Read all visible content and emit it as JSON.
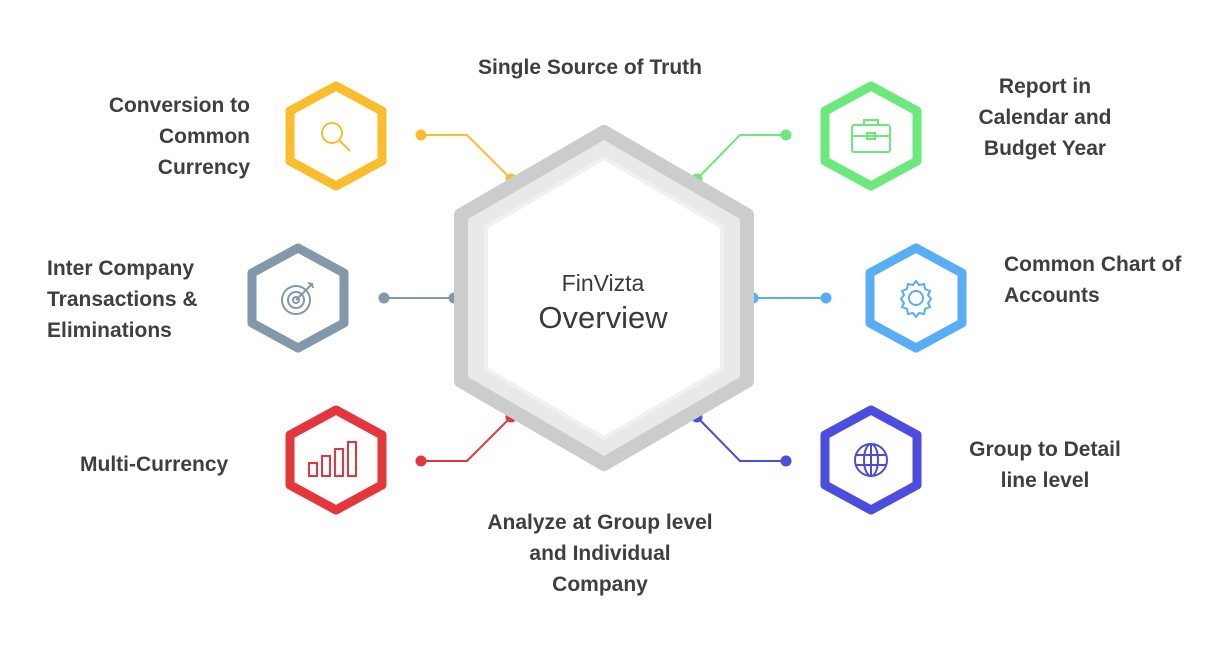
{
  "center": {
    "title": "FinVizta",
    "subtitle": "Overview"
  },
  "nodes": [
    {
      "id": "search",
      "label": "Conversion to\nCommon\nCurrency",
      "icon": "magnifier-icon",
      "color": "#fbbd2c"
    },
    {
      "id": "target",
      "label": "Inter Company\nTransactions &\nEliminations",
      "icon": "target-icon",
      "color": "#8298ab"
    },
    {
      "id": "chart",
      "label": "Multi-Currency",
      "icon": "bar-chart-icon",
      "color": "#e5363b"
    },
    {
      "id": "briefcase",
      "label": "Report in\nCalendar and\nBudget Year",
      "icon": "briefcase-icon",
      "color": "#6ce97b"
    },
    {
      "id": "gear",
      "label": "Common Chart of\nAccounts",
      "icon": "gear-icon",
      "color": "#58aef6"
    },
    {
      "id": "globe",
      "label": "Group to  Detail\nline level",
      "icon": "globe-icon",
      "color": "#4a4de0"
    }
  ],
  "top_label": "Single Source of Truth",
  "bottom_label": "Analyze at  Group level\nand Individual\nCompany",
  "colors": {
    "center_outer": "#cfcfcf",
    "center_inner": "#e9e9e9",
    "text": "#3f3f3f"
  }
}
